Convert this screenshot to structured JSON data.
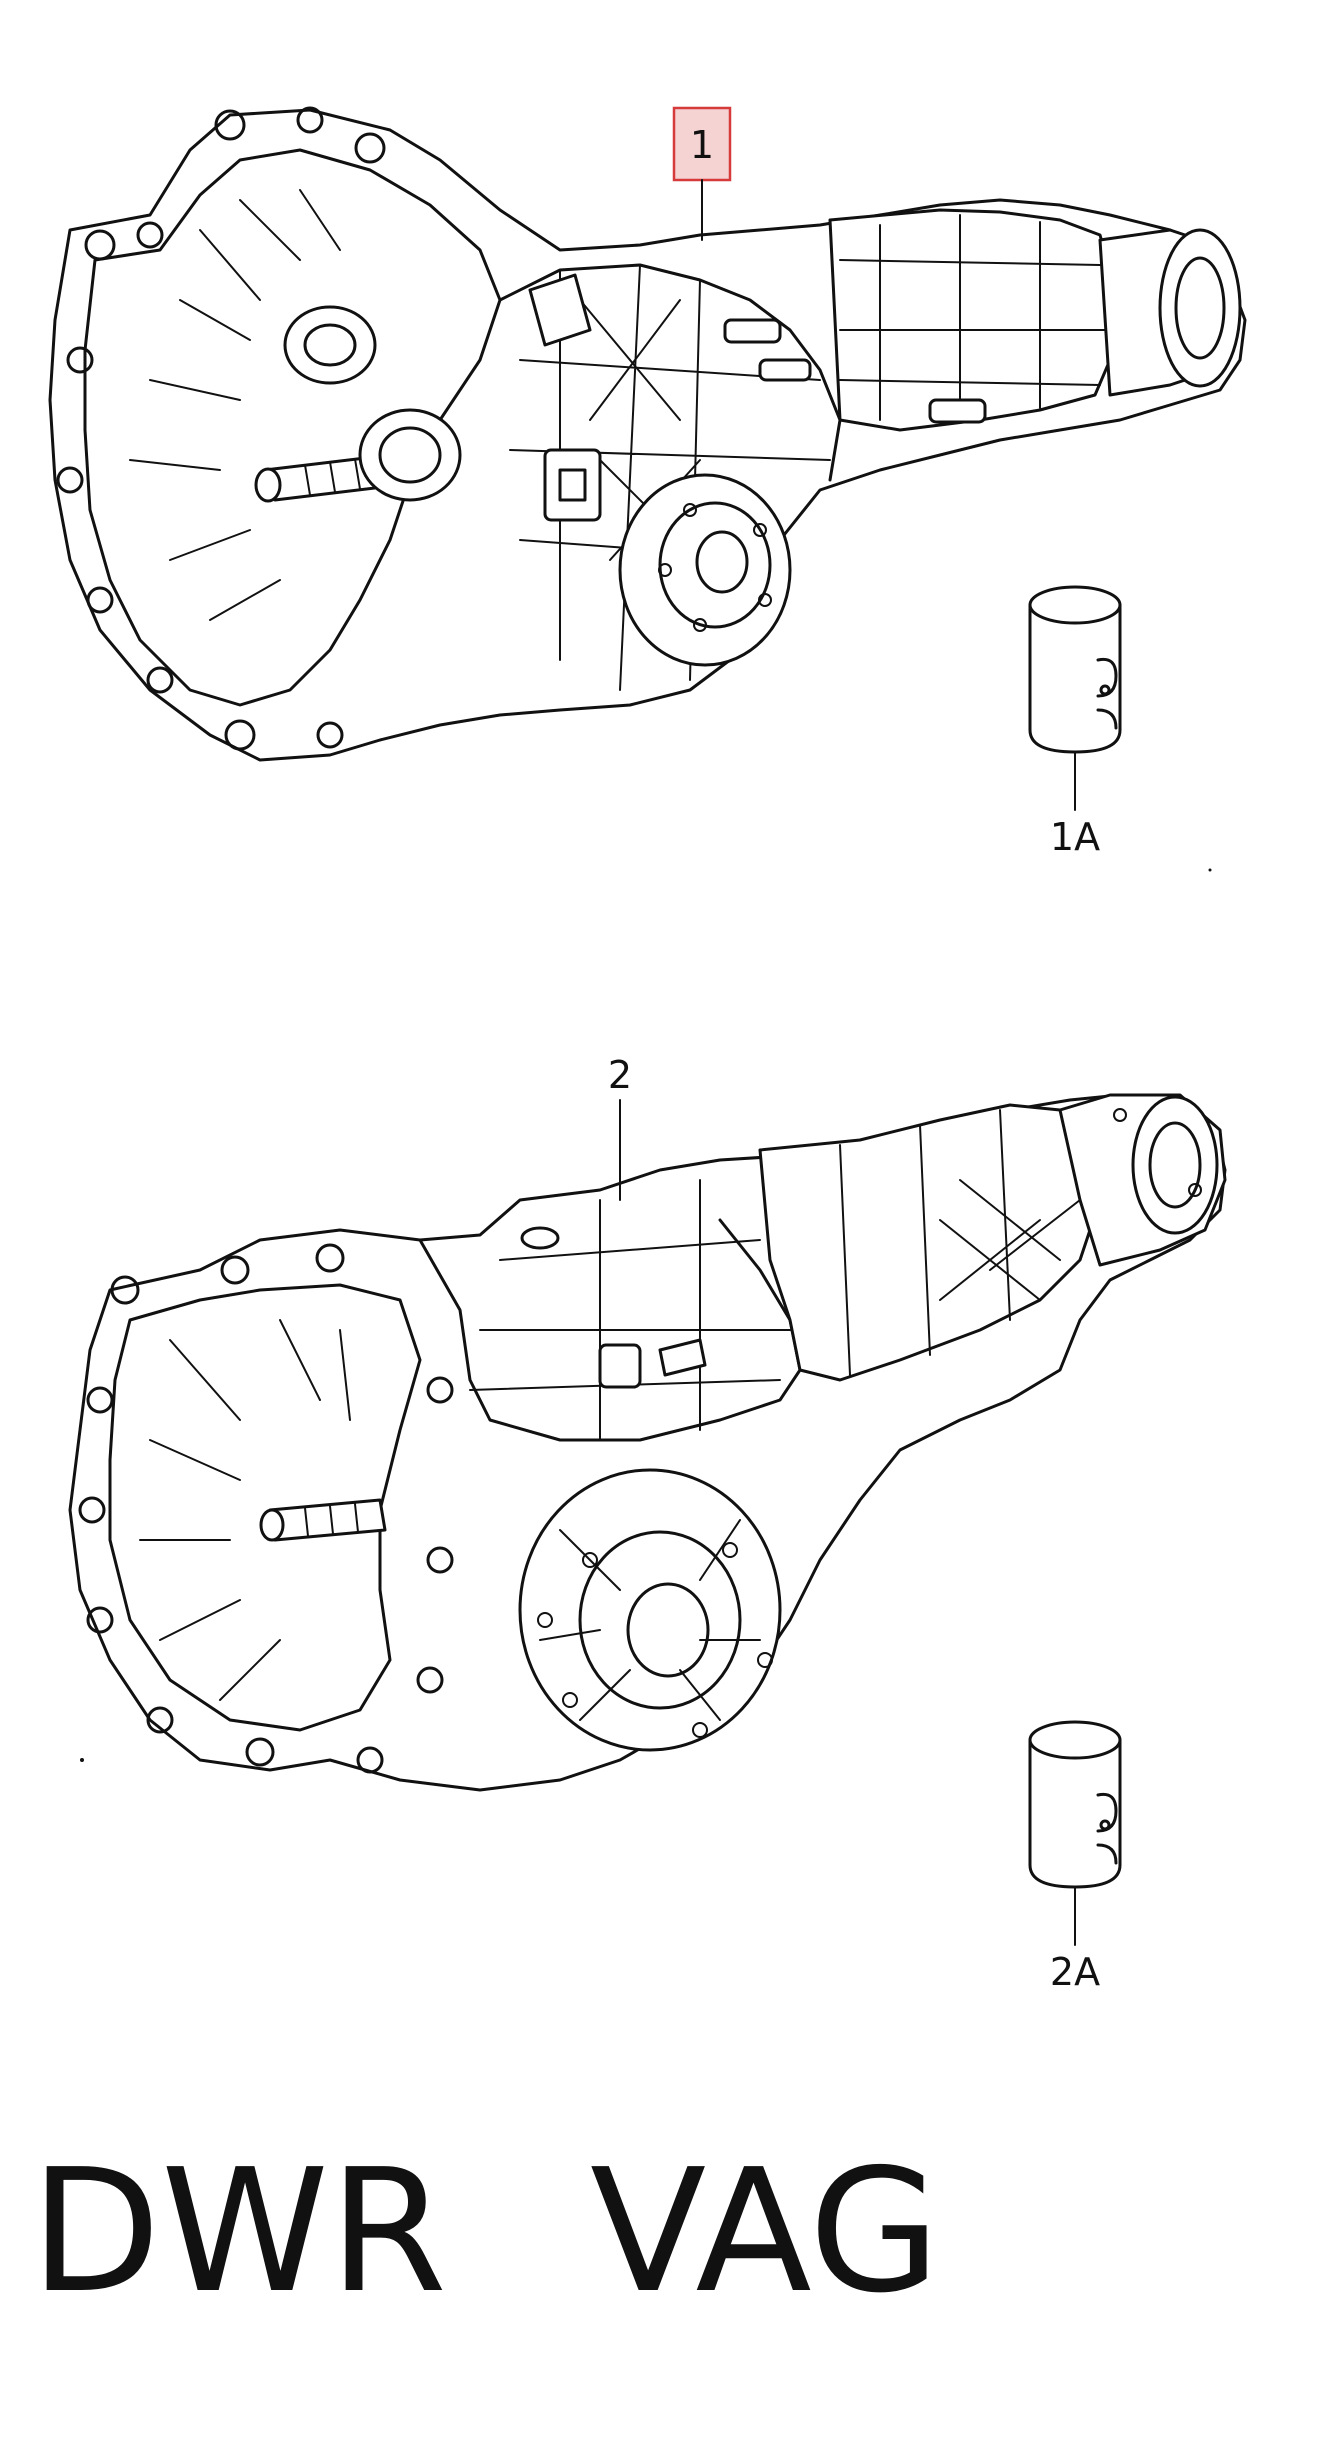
{
  "callouts": {
    "part_1": "1",
    "part_1a": "1A",
    "part_2": "2",
    "part_2a": "2A"
  },
  "codes": {
    "transmission_code": "DWR",
    "maker": "VAG"
  },
  "colors": {
    "line": "#111111",
    "highlight_fill": "#f6d3d3",
    "highlight_border": "#d63a3a",
    "background": "#ffffff"
  },
  "highlighted_part": "1"
}
